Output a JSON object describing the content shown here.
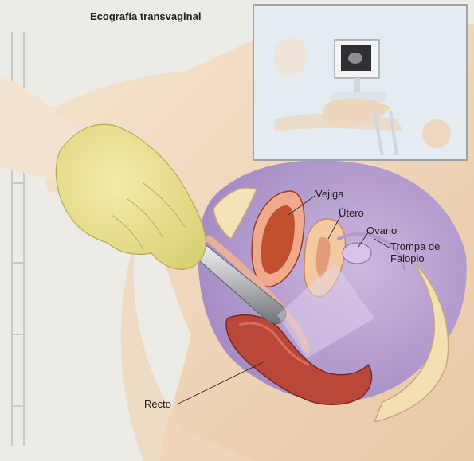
{
  "title": "Ecografía transvaginal",
  "labels": {
    "vejiga": "Vejiga",
    "utero": "Útero",
    "ovario": "Ovario",
    "trompa_line1": "Trompa de",
    "trompa_line2": "Falopio",
    "recto": "Recto"
  },
  "colors": {
    "background": "#ecebe6",
    "skin": "#f1d9bf",
    "glove": "#e9e08e",
    "pelvic_cavity": "#b9a3cf",
    "uterus": "#f3c9a0",
    "bladder_interior": "#c1502f",
    "rectum": "#b9483a",
    "inset_background": "#e4ecf2"
  }
}
